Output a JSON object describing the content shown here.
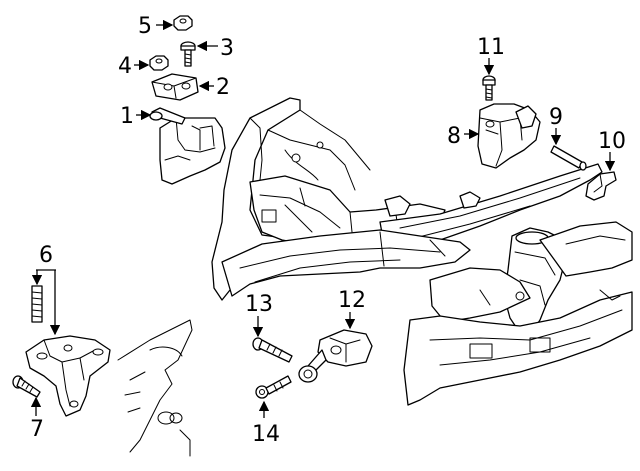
{
  "callouts": {
    "c1": "1",
    "c2": "2",
    "c3": "3",
    "c4": "4",
    "c5": "5",
    "c6": "6",
    "c7": "7",
    "c8": "8",
    "c9": "9",
    "c10": "10",
    "c11": "11",
    "c12": "12",
    "c13": "13",
    "c14": "14"
  },
  "colors": {
    "line": "#000000",
    "background": "#ffffff"
  }
}
